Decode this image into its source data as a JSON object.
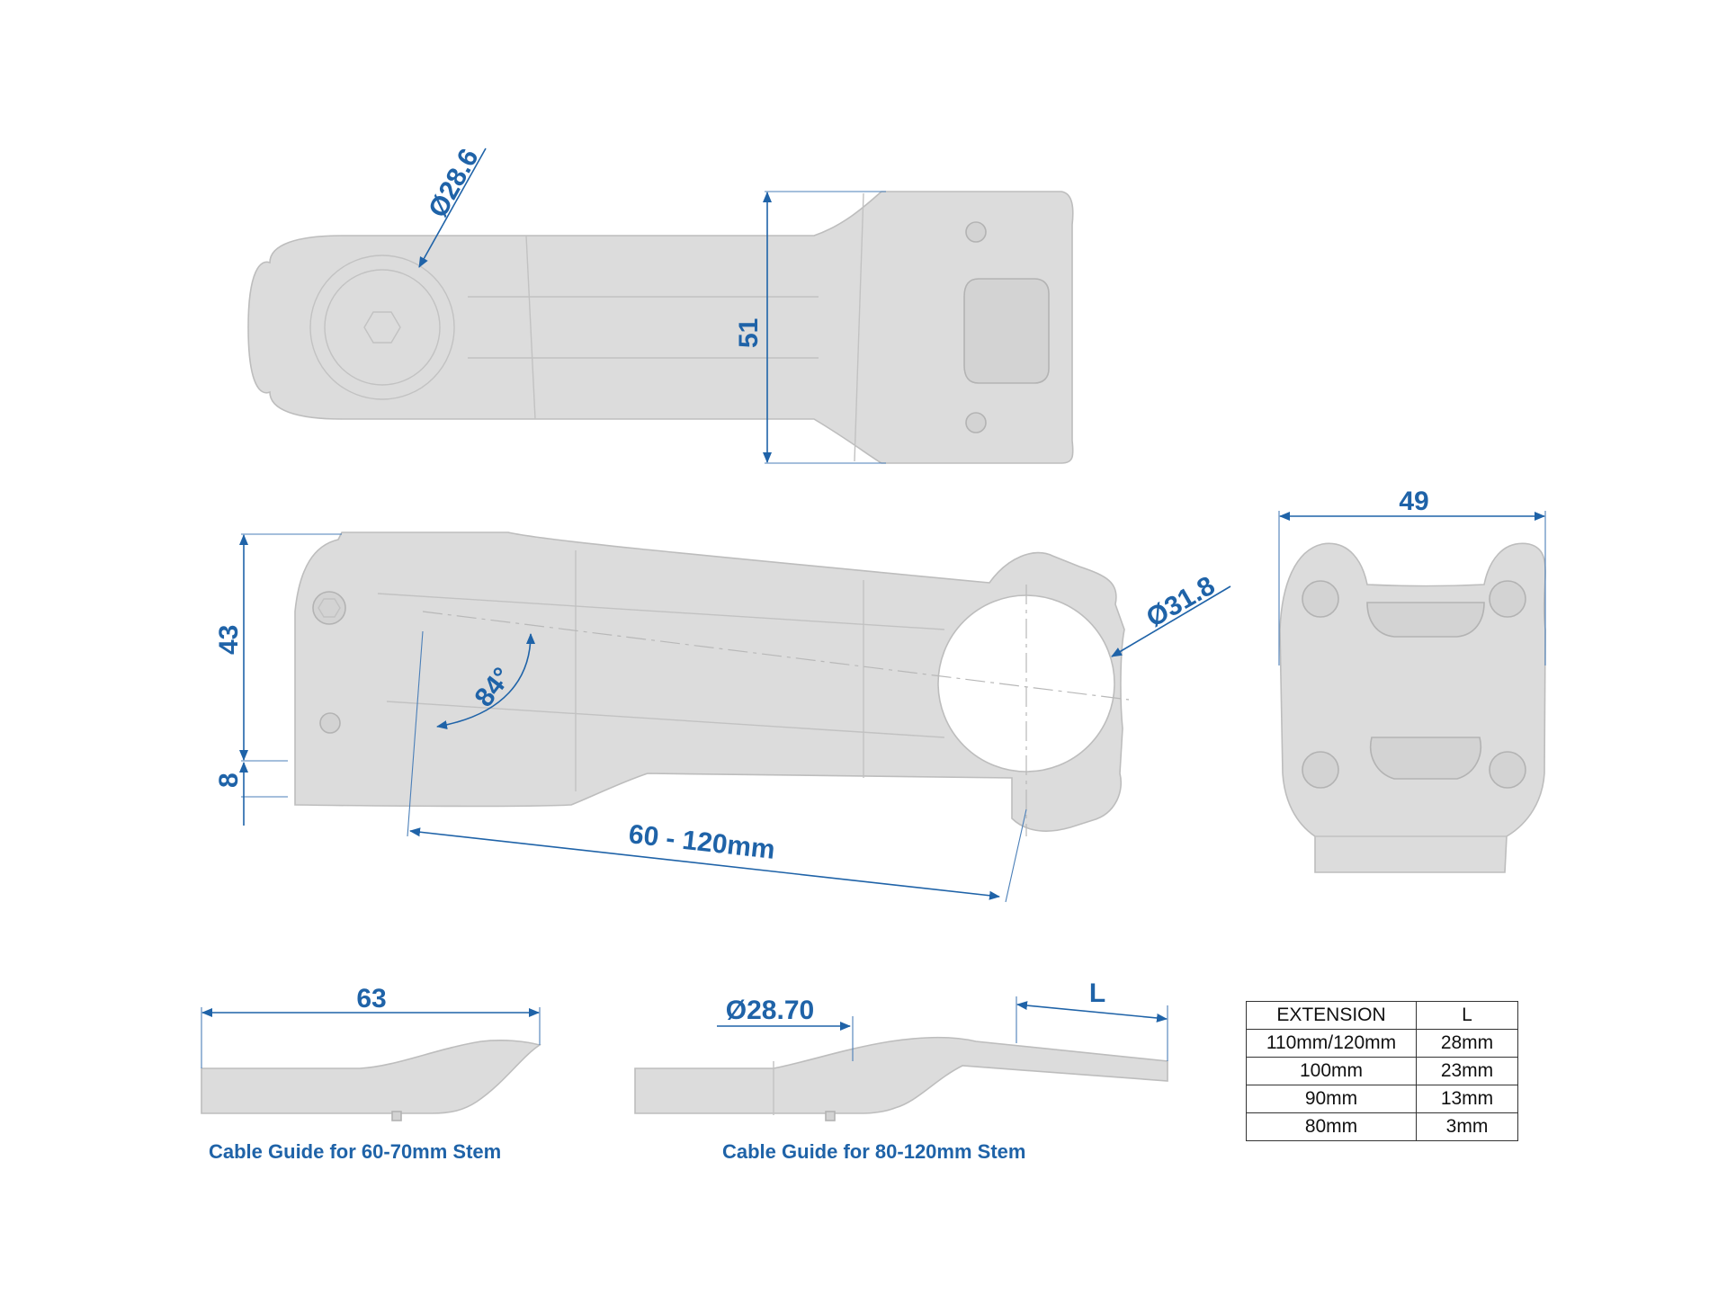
{
  "top_view": {
    "clamp_diameter_label": "Ø28.6",
    "width_label": "51"
  },
  "side_view": {
    "height_label": "43",
    "lower_height_label": "8",
    "angle_label": "84°",
    "bar_clamp_label": "Ø31.8",
    "extension_label": "60 - 120mm"
  },
  "front_view": {
    "width_label": "49"
  },
  "cable_guide_short": {
    "length_label": "63",
    "caption": "Cable Guide for 60-70mm Stem"
  },
  "cable_guide_long": {
    "diameter_label": "Ø28.70",
    "length_label": "L",
    "caption": "Cable Guide for 80-120mm Stem"
  },
  "extension_table": {
    "headers": [
      "EXTENSION",
      "L"
    ],
    "rows": [
      [
        "110mm/120mm",
        "28mm"
      ],
      [
        "100mm",
        "23mm"
      ],
      [
        "90mm",
        "13mm"
      ],
      [
        "80mm",
        "3mm"
      ]
    ]
  },
  "colors": {
    "dimension": "#1f63a8",
    "part_fill": "#dcdcdc",
    "part_stroke": "#bdbdbd"
  }
}
